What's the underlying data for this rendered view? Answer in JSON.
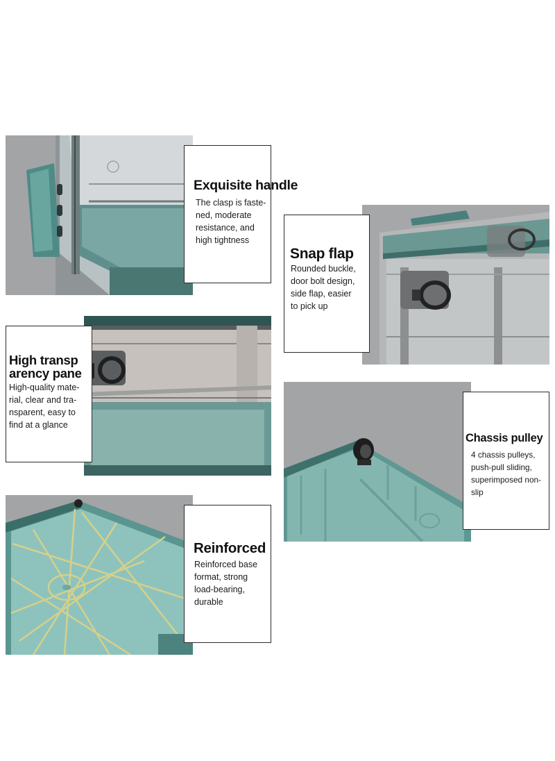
{
  "features": [
    {
      "id": "handle",
      "title": "Exquisite handle",
      "lines": [
        "The clasp is faste-",
        "ned, moderate",
        "resistance, and",
        "high tightness"
      ],
      "photo": "box-handle-closeup"
    },
    {
      "id": "snap",
      "title": "Snap flap",
      "lines": [
        "Rounded buckle,",
        "door bolt design,",
        "side flap, easier",
        "to pick up"
      ],
      "photo": "door-bolt-closeup"
    },
    {
      "id": "transparent",
      "title": "High transp arency pane",
      "title_lines": [
        "High transp",
        "arency pane"
      ],
      "lines": [
        "High-quality mate-",
        "rial, clear and tra-",
        "nsparent, easy to",
        "find at a glance"
      ],
      "photo": "transparent-panel-closeup"
    },
    {
      "id": "pulley",
      "title": "Chassis pulley",
      "lines": [
        "4 chassis pulleys,",
        "push-pull sliding,",
        "superimposed non-",
        "slip"
      ],
      "photo": "chassis-wheel-closeup"
    },
    {
      "id": "reinforced",
      "title": "Reinforced",
      "lines": [
        "Reinforced base",
        "format, strong",
        "load-bearing,",
        "durable"
      ],
      "photo": "reinforced-base-closeup"
    }
  ],
  "colors": {
    "teal": "#5e9a95",
    "teal_dark": "#3d716c",
    "gray_bg": "#9a9b9d",
    "rib_yellow": "#d6d08a",
    "callout_border": "#2a2a2a"
  }
}
